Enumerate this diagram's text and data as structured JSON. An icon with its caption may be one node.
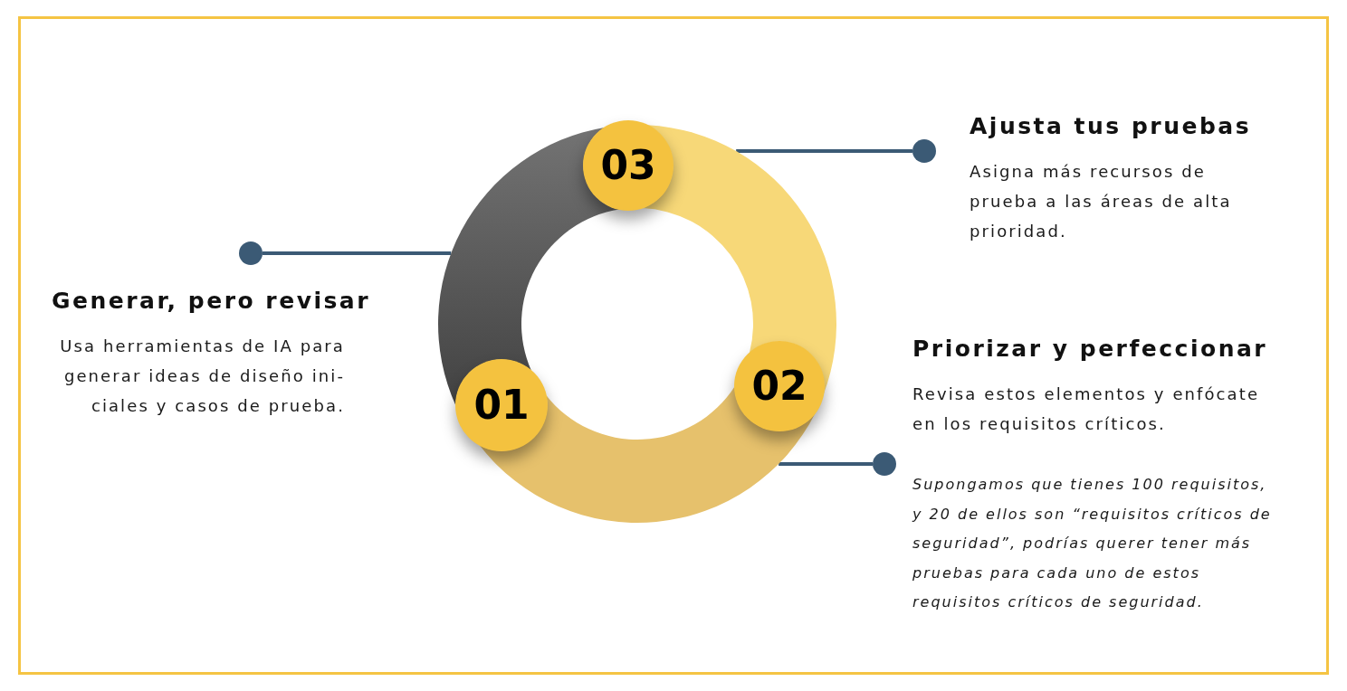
{
  "diagram": {
    "nodes": [
      {
        "text": [
          "01"
        ]
      },
      {
        "text": [
          "02"
        ]
      },
      {
        "text": [
          "03"
        ]
      },
      {
        "text": [],
        "shape": "arc"
      },
      {
        "text": [],
        "shape": "arc"
      },
      {
        "text": [],
        "shape": "arc"
      },
      {
        "text": [],
        "shape": "circle",
        "beside": [
          "Generar, pero revisar",
          "Usa herramientas de IA para generar ideas de diseño ini- ciales y casos de prueba."
        ]
      },
      {
        "text": [],
        "shape": "circle",
        "beside": [
          "Priorizar y perfeccionar",
          "Revisa estos elementos y enfócate en los requisitos críticos.",
          "Supongamos que tienes 100 requisitos, y 20 de ellos son “requisitos críticos de seguridad”, podrías querer tener más pruebas para cada uno de estos requisitos críticos de seguridad."
        ]
      },
      {
        "text": [],
        "shape": "circle",
        "beside": [
          "Ajusta tus pruebas",
          "Asigna más recursos de prueba a las áreas de alta prioridad."
        ]
      }
    ],
    "edges": [
      {
        "from": 6,
        "to": 3,
        "arrow": "none"
      },
      {
        "from": 7,
        "to": 5,
        "arrow": "none"
      },
      {
        "from": 8,
        "to": 4,
        "arrow": "none"
      }
    ]
  }
}
